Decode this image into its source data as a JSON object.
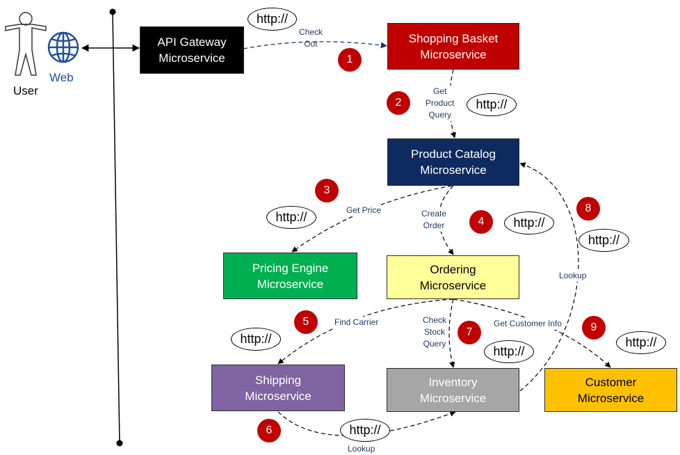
{
  "actor": {
    "user_label": "User",
    "web_label": "Web"
  },
  "services": {
    "gateway": {
      "lines": [
        "API Gateway",
        "Microservice"
      ],
      "fill": "#000000",
      "text": "#ffffff"
    },
    "basket": {
      "lines": [
        "Shopping Basket",
        "Microservice"
      ],
      "fill": "#c00000",
      "text": "#ffffff"
    },
    "catalog": {
      "lines": [
        "Product Catalog",
        "Microservice"
      ],
      "fill": "#0f2a5e",
      "text": "#ffffff"
    },
    "pricing": {
      "lines": [
        "Pricing Engine",
        "Microservice"
      ],
      "fill": "#00b050",
      "text": "#ffffff"
    },
    "ordering": {
      "lines": [
        "Ordering",
        "Microservice"
      ],
      "fill": "#ffff99",
      "text": "#000000"
    },
    "shipping": {
      "lines": [
        "Shipping",
        "Microservice"
      ],
      "fill": "#8064a2",
      "text": "#ffffff"
    },
    "inventory": {
      "lines": [
        "Inventory",
        "Microservice"
      ],
      "fill": "#a6a6a6",
      "text": "#ffffff"
    },
    "customer": {
      "lines": [
        "Customer",
        "Microservice"
      ],
      "fill": "#ffc000",
      "text": "#000000"
    }
  },
  "edge_labels": {
    "checkout": [
      "Check",
      "Out"
    ],
    "get_product": [
      "Get",
      "Product",
      "Query"
    ],
    "get_price": [
      "Get Price"
    ],
    "create_order": [
      "Create",
      "Order"
    ],
    "find_carrier": [
      "Find Carrier"
    ],
    "check_stock": [
      "Check",
      "Stock",
      "Query"
    ],
    "get_customer": [
      "Get Customer Info"
    ],
    "lookup_catalog": [
      "Lookup"
    ],
    "lookup_inventory": [
      "Lookup"
    ]
  },
  "protocol_label": "http://",
  "steps": [
    "1",
    "2",
    "3",
    "4",
    "5",
    "6",
    "7",
    "8",
    "9"
  ],
  "colors": {
    "badge": "#c00000",
    "arrow": "#000000",
    "checkout_arrow": "#1f3864",
    "web_icon": "#1f4e9c"
  },
  "icons": [
    "user-icon",
    "globe-icon",
    "cursor-icon"
  ]
}
